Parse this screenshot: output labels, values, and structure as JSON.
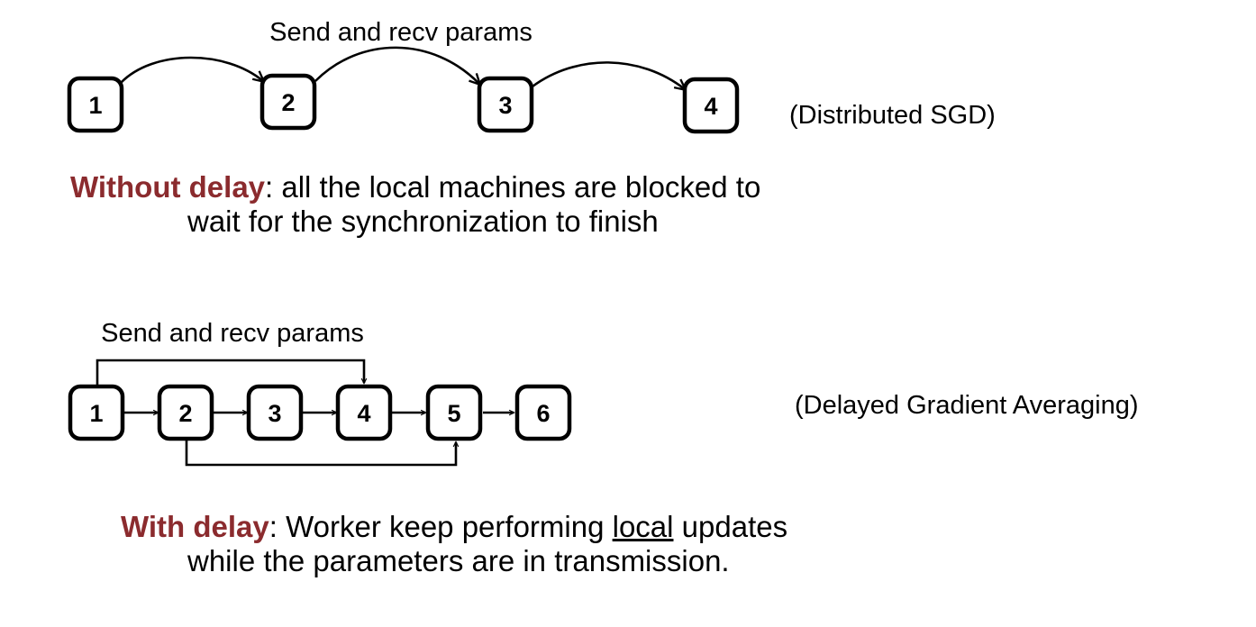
{
  "top": {
    "annotation": "Send and recv params",
    "nodes": [
      "1",
      "2",
      "3",
      "4"
    ],
    "label": "(Distributed SGD)",
    "desc": {
      "keyword": "Without delay",
      "line1": ": all the local machines are blocked to",
      "line2": "wait for the synchronization to finish"
    }
  },
  "bottom": {
    "annotation": "Send and recv params",
    "nodes": [
      "1",
      "2",
      "3",
      "4",
      "5",
      "6"
    ],
    "label": "(Delayed Gradient Averaging)",
    "desc": {
      "keyword": "With delay",
      "line1_pre": ": Worker keep performing ",
      "line1_underlined": "local",
      "line1_post": " updates",
      "line2": "while the parameters are in transmission."
    }
  },
  "colors": {
    "keyword": "#8b2b2e",
    "stroke": "#000000"
  }
}
